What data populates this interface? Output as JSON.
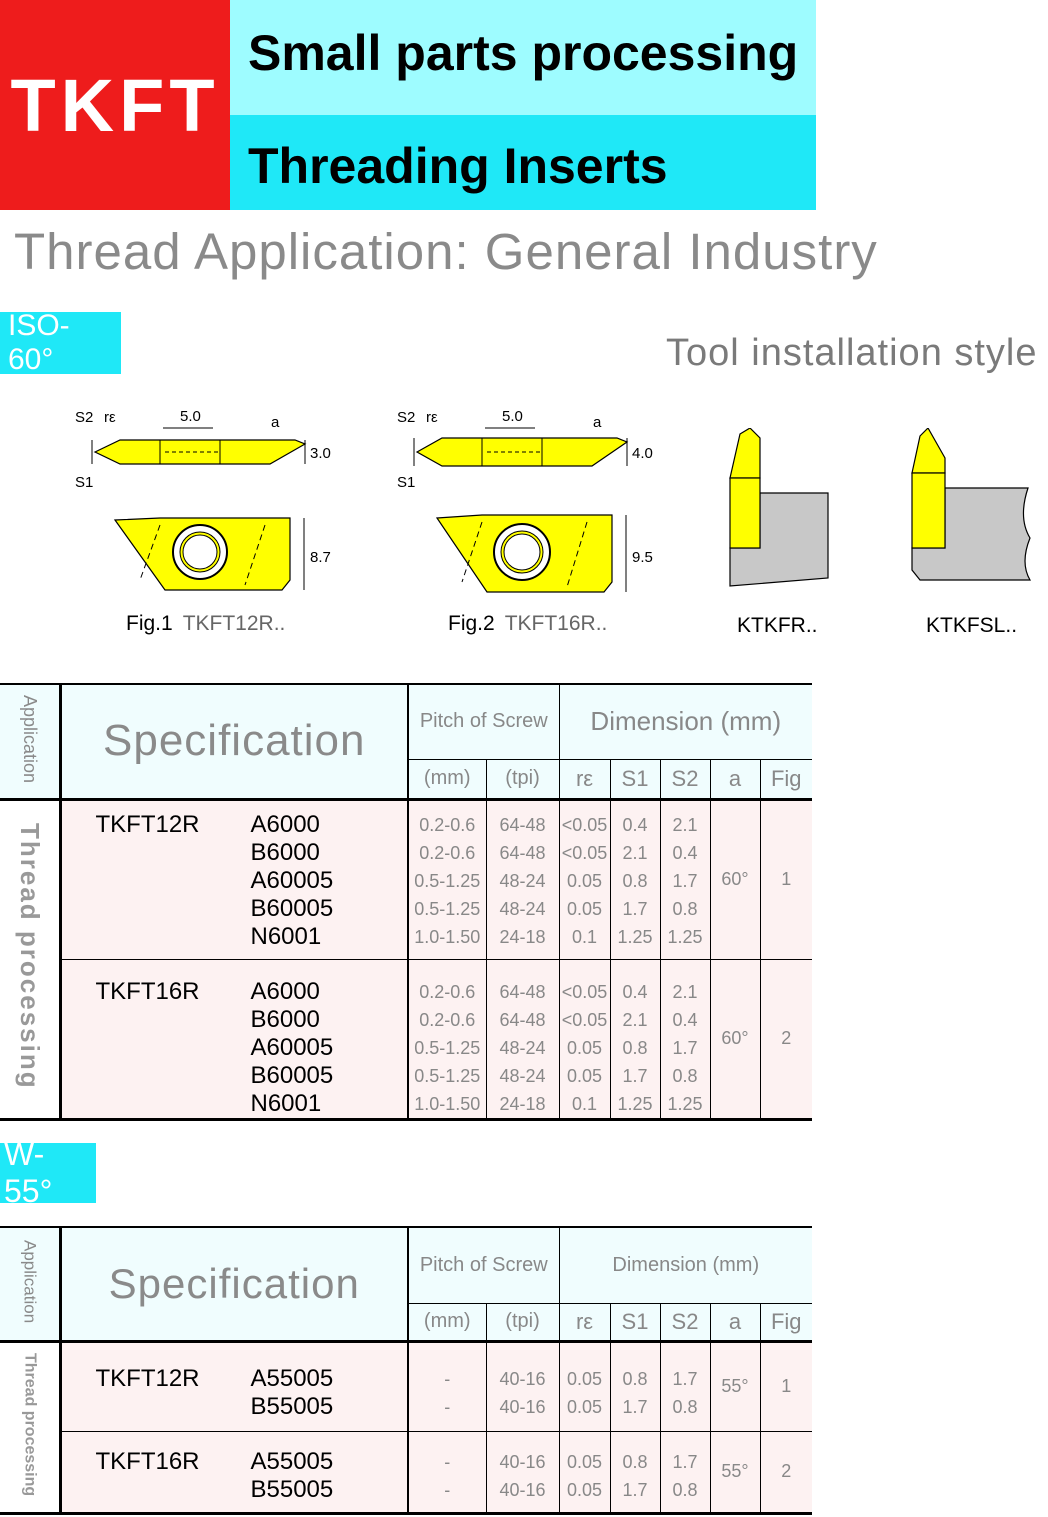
{
  "header": {
    "brand": "TKFT",
    "line1": "Small parts processing",
    "line2": "Threading Inserts",
    "application": "Thread Application: General Industry"
  },
  "iso": {
    "tag": "ISO-60°",
    "tool_title": "Tool installation style",
    "fig1": {
      "label": "Fig.1",
      "model": "TKFT12R..",
      "width": "5.0",
      "thick": "3.0",
      "height": "8.7"
    },
    "fig2": {
      "label": "Fig.2",
      "model": "TKFT16R..",
      "width": "5.0",
      "thick": "4.0",
      "height": "9.5"
    },
    "dims": {
      "s2": "S2",
      "re": "rε",
      "a": "a",
      "s1": "S1"
    },
    "tool1": "KTKFR..",
    "tool2": "KTKFSL..",
    "table": {
      "application": "Application",
      "specification": "Specification",
      "pitch": "Pitch of Screw",
      "dimension": "Dimension (mm)",
      "cols": [
        "(mm)",
        "(tpi)",
        "rε",
        "S1",
        "S2",
        "a",
        "Fig"
      ],
      "process": "Thread processing",
      "groups": [
        {
          "model": "TKFT12R",
          "codes": [
            "A6000",
            "B6000",
            "A60005",
            "B60005",
            "N6001"
          ],
          "mm": [
            "0.2-0.6",
            "0.2-0.6",
            "0.5-1.25",
            "0.5-1.25",
            "1.0-1.50"
          ],
          "tpi": [
            "64-48",
            "64-48",
            "48-24",
            "48-24",
            "24-18"
          ],
          "re": [
            "<0.05",
            "<0.05",
            "0.05",
            "0.05",
            "0.1"
          ],
          "s1": [
            "0.4",
            "2.1",
            "0.8",
            "1.7",
            "1.25"
          ],
          "s2": [
            "2.1",
            "0.4",
            "1.7",
            "0.8",
            "1.25"
          ],
          "a": "60°",
          "fig": "1"
        },
        {
          "model": "TKFT16R",
          "codes": [
            "A6000",
            "B6000",
            "A60005",
            "B60005",
            "N6001"
          ],
          "mm": [
            "0.2-0.6",
            "0.2-0.6",
            "0.5-1.25",
            "0.5-1.25",
            "1.0-1.50"
          ],
          "tpi": [
            "64-48",
            "64-48",
            "48-24",
            "48-24",
            "24-18"
          ],
          "re": [
            "<0.05",
            "<0.05",
            "0.05",
            "0.05",
            "0.1"
          ],
          "s1": [
            "0.4",
            "2.1",
            "0.8",
            "1.7",
            "1.25"
          ],
          "s2": [
            "2.1",
            "0.4",
            "1.7",
            "0.8",
            "1.25"
          ],
          "a": "60°",
          "fig": "2"
        }
      ]
    }
  },
  "w55": {
    "tag": "W-55°",
    "table": {
      "application": "Application",
      "specification": "Specification",
      "pitch": "Pitch of Screw",
      "dimension": "Dimension (mm)",
      "cols": [
        "(mm)",
        "(tpi)",
        "rε",
        "S1",
        "S2",
        "a",
        "Fig"
      ],
      "process": "Thread processing",
      "groups": [
        {
          "model": "TKFT12R",
          "codes": [
            "A55005",
            "B55005"
          ],
          "mm": [
            "-",
            "-"
          ],
          "tpi": [
            "40-16",
            "40-16"
          ],
          "re": [
            "0.05",
            "0.05"
          ],
          "s1": [
            "0.8",
            "1.7"
          ],
          "s2": [
            "1.7",
            "0.8"
          ],
          "a": "55°",
          "fig": "1"
        },
        {
          "model": "TKFT16R",
          "codes": [
            "A55005",
            "B55005"
          ],
          "mm": [
            "-",
            "-"
          ],
          "tpi": [
            "40-16",
            "40-16"
          ],
          "re": [
            "0.05",
            "0.05"
          ],
          "s1": [
            "0.8",
            "1.7"
          ],
          "s2": [
            "1.7",
            "0.8"
          ],
          "a": "55°",
          "fig": "2"
        }
      ]
    }
  }
}
